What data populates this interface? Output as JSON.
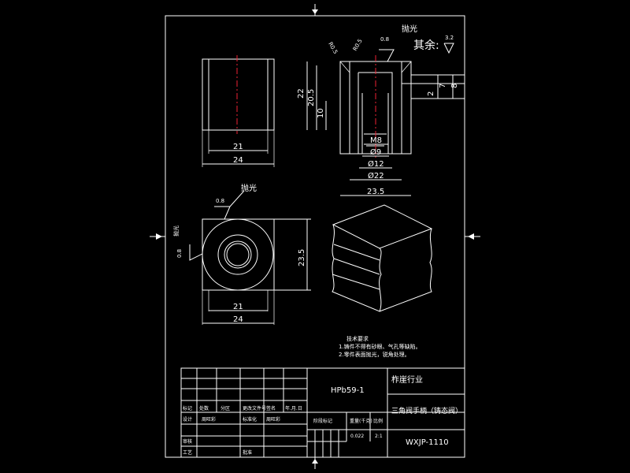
{
  "views": {
    "front": {
      "dim_inner_width": "21",
      "dim_outer_width": "24"
    },
    "section": {
      "polish_label": "抛光",
      "r_label_1": "R0.5",
      "r_label_2": "R0.5",
      "roughness_value": "0.8",
      "remainder_label": "其余:",
      "remainder_value": "3.2",
      "dim_22": "22",
      "dim_20_5": "20.5",
      "dim_10": "10",
      "dim_m8": "M8",
      "dim_d9": "Ø9",
      "dim_d12": "Ø12",
      "dim_d22": "Ø22",
      "dim_23_5": "23.5",
      "dim_right_2": "2",
      "dim_right_7": "7",
      "dim_right_8": "8"
    },
    "top": {
      "polish_label": "抛光",
      "roughness_value": "0.8",
      "side_polish_label": "抛光",
      "side_roughness_value": "0.8",
      "dim_inner_width": "21",
      "dim_outer_width": "24",
      "dim_height": "23.5"
    }
  },
  "tech_requirements": {
    "title": "技术要求",
    "line1": "1.铸件不得有砂眼、气孔等缺陷。",
    "line2": "2.零件表面抛光，锐角处理。"
  },
  "title_block": {
    "material": "HPb59-1",
    "company": "柞崖行业",
    "part_name": "三角阀手柄（铸态阀）",
    "drawing_no": "WXJP-1110",
    "mark_label": "标记",
    "count_label": "处数",
    "zone_label": "分区",
    "change_label": "更改文件号",
    "sign_label": "签名",
    "date_label": "年.月.日",
    "design_label": "设计",
    "standard_label": "标准化",
    "stage_label": "阶段标记",
    "weight_label": "重量(千克)",
    "scale_label": "比例",
    "weight_value": "0.022",
    "scale_value": "2:1",
    "review_label": "审核",
    "process_label": "工艺",
    "approve_label": "批准",
    "design_sig": "周旺彩",
    "standard_sig": "周旺彩"
  }
}
